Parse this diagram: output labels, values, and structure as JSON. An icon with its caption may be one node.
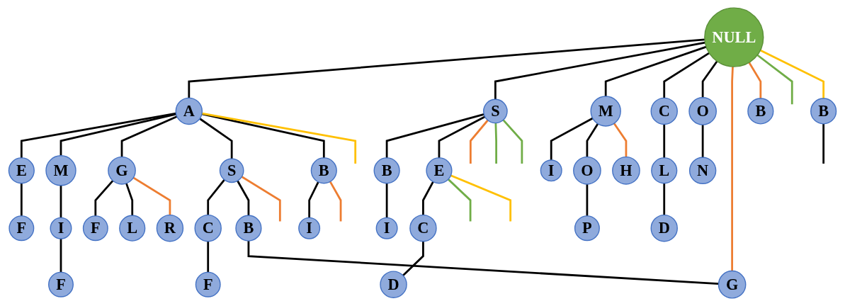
{
  "diagram": {
    "nodes": [
      {
        "text": [
          "NULL"
        ]
      },
      {
        "text": [
          "E"
        ]
      },
      {
        "text": [
          "A"
        ]
      },
      {
        "text": [
          "S"
        ]
      },
      {
        "text": [
          "M"
        ]
      },
      {
        "text": [
          "C"
        ]
      },
      {
        "text": [
          "O"
        ]
      },
      {
        "text": [
          "F"
        ]
      },
      {
        "text": [
          "M"
        ]
      },
      {
        "text": [
          "G"
        ]
      },
      {
        "text": [
          "F"
        ]
      },
      {
        "text": [
          "S"
        ]
      },
      {
        "text": [
          "E"
        ]
      },
      {
        "text": [
          "O"
        ]
      },
      {
        "text": [
          "B"
        ]
      },
      {
        "text": [
          "I"
        ]
      },
      {
        "text": [
          "L"
        ]
      },
      {
        "text": [
          "N"
        ]
      },
      {
        "text": [
          "I"
        ]
      },
      {
        "text": [
          "L"
        ]
      },
      {
        "text": [
          "C"
        ]
      },
      {
        "text": [
          "B"
        ]
      },
      {
        "text": [
          "C"
        ]
      },
      {
        "text": [
          "H"
        ]
      },
      {
        "text": [
          "P"
        ]
      },
      {
        "text": [
          "B"
        ]
      },
      {
        "text": [
          "I"
        ]
      },
      {
        "text": [
          "D"
        ]
      },
      {
        "text": [
          "B"
        ]
      },
      {
        "text": [
          "F"
        ]
      },
      {
        "text": [
          "R"
        ]
      },
      {
        "text": [
          "F"
        ]
      },
      {
        "text": [
          "I"
        ]
      },
      {
        "text": [
          "D"
        ]
      },
      {
        "text": [
          "G"
        ]
      },
      {
        "text": [
          "B"
        ]
      }
    ],
    "edges": [
      {
        "from": 0,
        "to": 2,
        "arrow": "none"
      },
      {
        "from": 0,
        "to": 3,
        "arrow": "none"
      },
      {
        "from": 0,
        "to": 4,
        "arrow": "none"
      },
      {
        "from": 0,
        "to": 5,
        "arrow": "none"
      },
      {
        "from": 0,
        "to": 6,
        "arrow": "none"
      },
      {
        "from": 2,
        "to": 1,
        "arrow": "none"
      },
      {
        "from": 2,
        "to": 8,
        "arrow": "none"
      },
      {
        "from": 2,
        "to": 9,
        "arrow": "none"
      },
      {
        "from": 2,
        "to": 11,
        "arrow": "none"
      },
      {
        "from": 2,
        "to": 21,
        "arrow": "none"
      },
      {
        "from": 1,
        "to": 7,
        "arrow": "none"
      },
      {
        "from": 9,
        "to": 10,
        "arrow": "none"
      },
      {
        "from": 9,
        "to": 19,
        "arrow": "none"
      },
      {
        "from": 8,
        "to": 18,
        "arrow": "none"
      },
      {
        "from": 18,
        "to": 29,
        "arrow": "none"
      },
      {
        "from": 11,
        "to": 20,
        "arrow": "none"
      },
      {
        "from": 20,
        "to": 31,
        "arrow": "none"
      },
      {
        "from": 11,
        "to": 25,
        "arrow": "none"
      },
      {
        "from": 25,
        "to": 34,
        "arrow": "none"
      },
      {
        "from": 21,
        "to": 32,
        "arrow": "none"
      },
      {
        "from": 3,
        "to": 14,
        "arrow": "none"
      },
      {
        "from": 14,
        "to": 26,
        "arrow": "none"
      },
      {
        "from": 3,
        "to": 12,
        "arrow": "none"
      },
      {
        "from": 12,
        "to": 22,
        "arrow": "none"
      },
      {
        "from": 22,
        "to": 33,
        "arrow": "none"
      },
      {
        "from": 4,
        "to": 15,
        "arrow": "none"
      },
      {
        "from": 4,
        "to": 13,
        "arrow": "none"
      },
      {
        "from": 13,
        "to": 24,
        "arrow": "none"
      },
      {
        "from": 5,
        "to": 16,
        "arrow": "none"
      },
      {
        "from": 16,
        "to": 27,
        "arrow": "none"
      },
      {
        "from": 6,
        "to": 17,
        "arrow": "none"
      },
      {
        "from": 28,
        "to": null,
        "arrow": "none"
      },
      {
        "from": 0,
        "to": 34,
        "arrow": "none",
        "color": "#ed7d31"
      },
      {
        "from": 0,
        "to": 35,
        "arrow": "none",
        "color": "#ed7d31"
      },
      {
        "from": 0,
        "to": null,
        "arrow": "none",
        "color": "#70ad47"
      },
      {
        "from": 0,
        "to": 28,
        "arrow": "none",
        "color": "#ffc000"
      },
      {
        "from": 2,
        "to": null,
        "arrow": "none",
        "color": "#ffc000"
      },
      {
        "from": 9,
        "to": 30,
        "arrow": "none",
        "color": "#ed7d31"
      },
      {
        "from": 11,
        "to": null,
        "arrow": "none",
        "color": "#ed7d31"
      },
      {
        "from": 21,
        "to": null,
        "arrow": "none",
        "color": "#ed7d31"
      },
      {
        "from": 3,
        "to": null,
        "arrow": "none",
        "color": "#ed7d31"
      },
      {
        "from": 3,
        "to": null,
        "arrow": "none",
        "color": "#70ad47"
      },
      {
        "from": 3,
        "to": null,
        "arrow": "none",
        "color": "#70ad47"
      },
      {
        "from": 4,
        "to": 23,
        "arrow": "none",
        "color": "#ed7d31"
      },
      {
        "from": 12,
        "to": null,
        "arrow": "none",
        "color": "#70ad47"
      },
      {
        "from": 12,
        "to": null,
        "arrow": "none",
        "color": "#ffc000"
      }
    ]
  }
}
